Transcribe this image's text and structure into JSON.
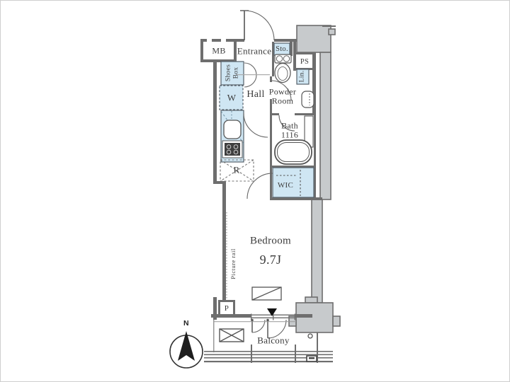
{
  "floorplan": {
    "labels": {
      "mb": "MB",
      "entrance": "Entrance",
      "storage": "Sto.",
      "pipe_space": "PS",
      "linen": "Lin.",
      "shoes_line1": "Shoes",
      "shoes_line2": "Box",
      "washer": "W",
      "hall": "Hall",
      "powder_line1": "Powder",
      "powder_line2": "Room",
      "bath_line1": "Bath",
      "bath_line2": "1116",
      "refrigerator": "R",
      "wic": "WIC",
      "bedroom": "Bedroom",
      "bedroom_size": "9.7J",
      "picture_rail": "Picture rail",
      "pole": "P",
      "balcony": "Balcony",
      "compass_north": "N"
    },
    "colors": {
      "wall": "#6e6e6e",
      "column_fill": "#c7cacc",
      "fixture_fill": "#cfe6f3",
      "text": "#3b3b3b",
      "background": "#ffffff"
    }
  }
}
